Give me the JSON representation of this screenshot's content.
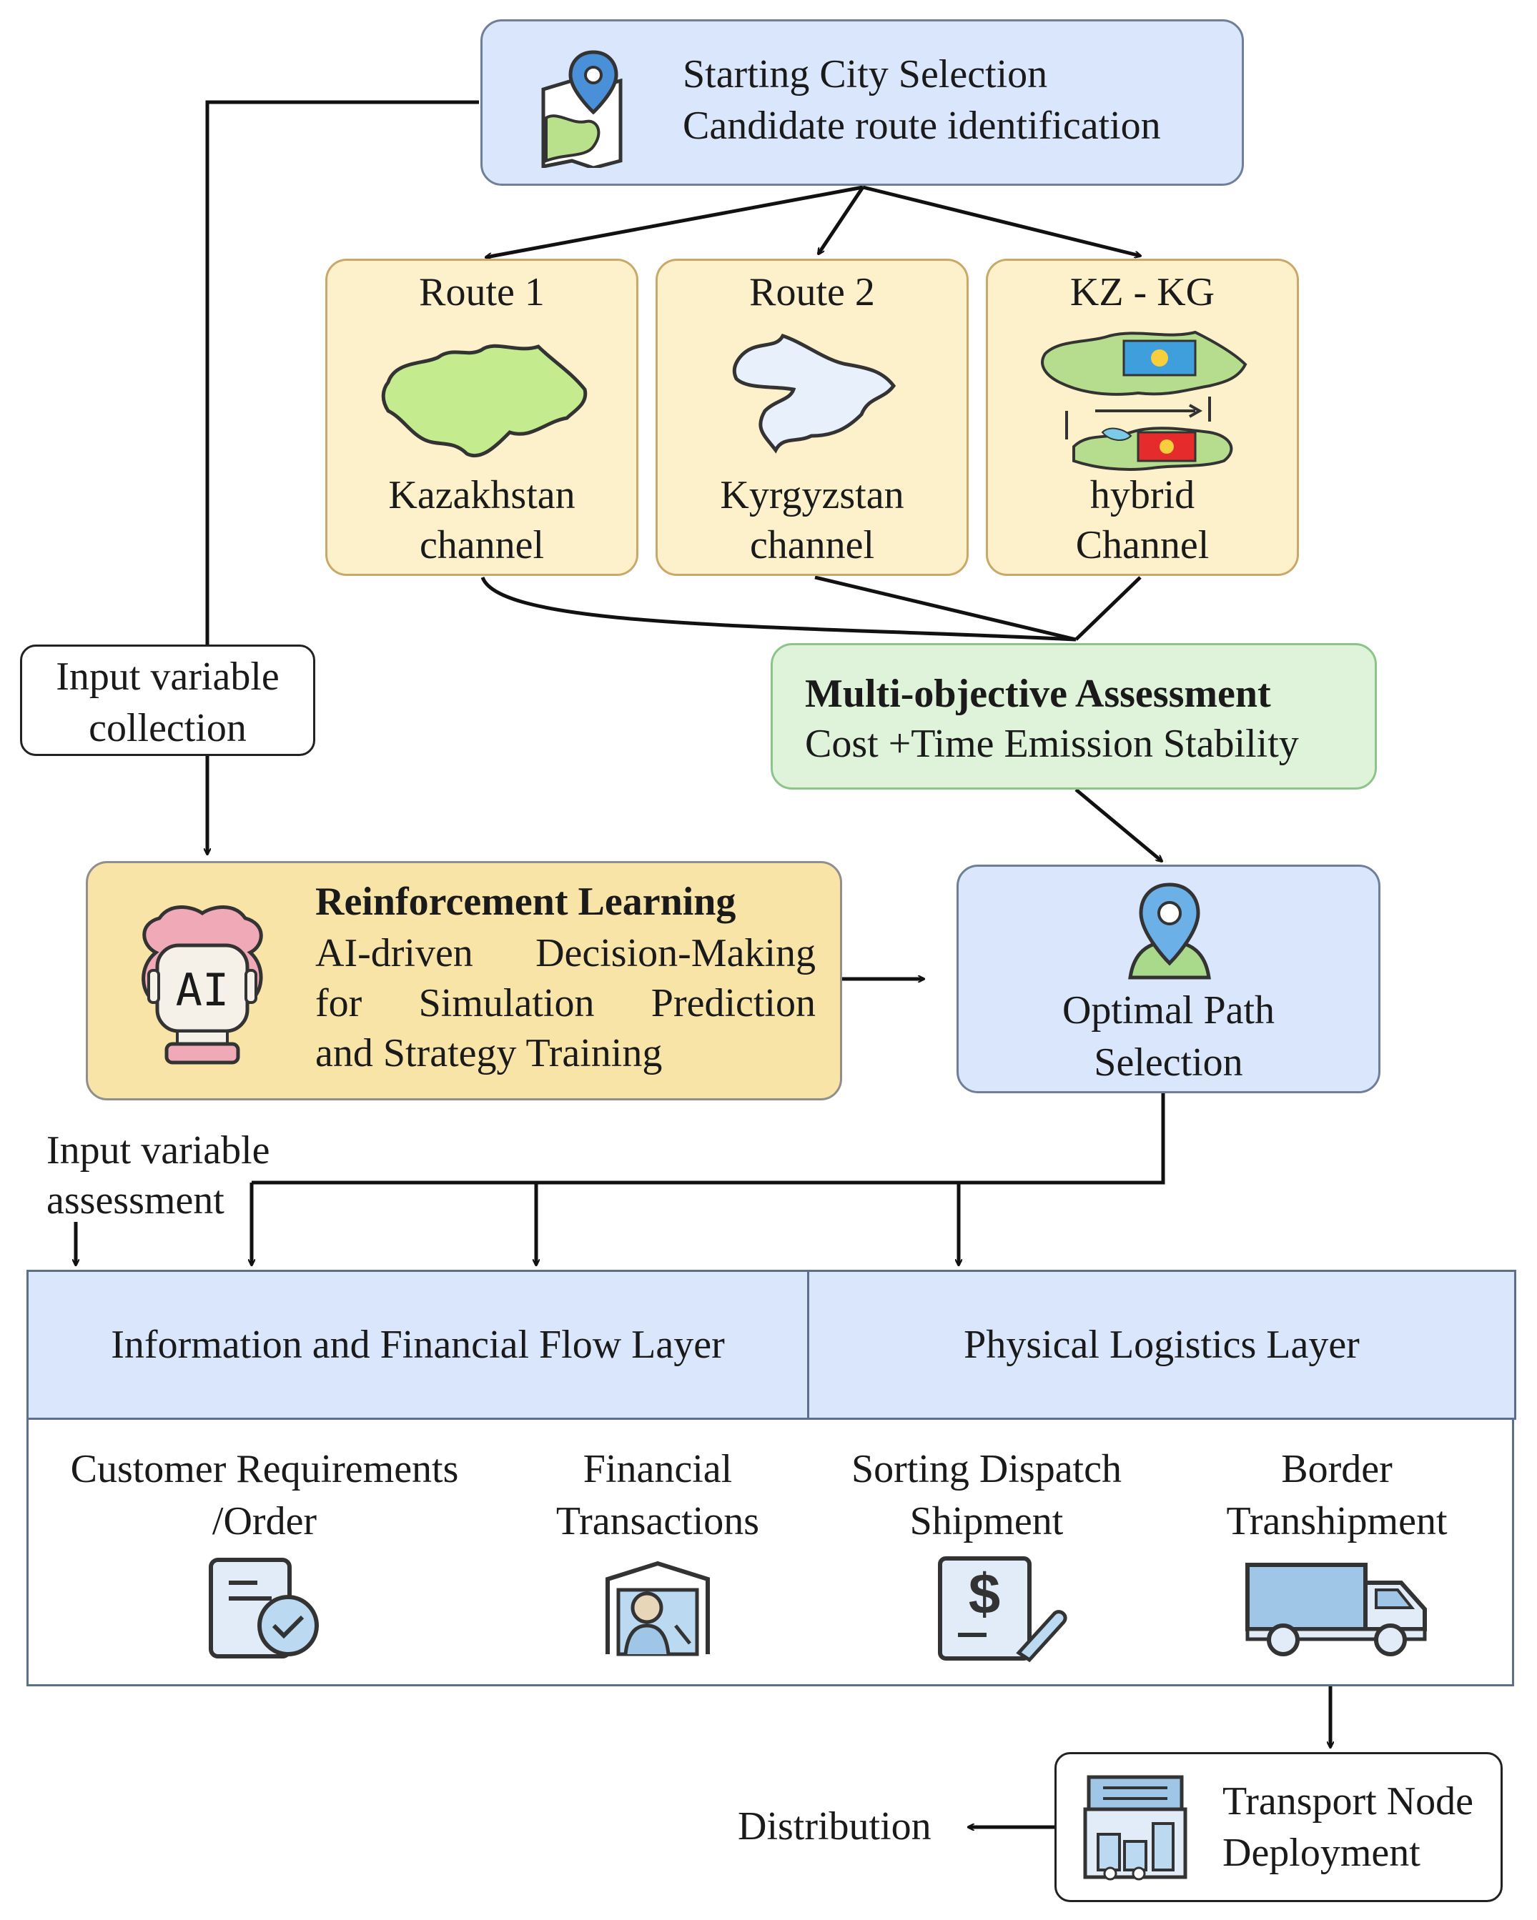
{
  "start": {
    "title": "Starting City Selection",
    "subtitle": "Candidate route identification",
    "icon": "map-pin-icon"
  },
  "routes": [
    {
      "id": "route-1",
      "heading": "Route 1",
      "label1": "Kazakhstan",
      "label2": "channel",
      "icon": "kazakhstan-map-icon"
    },
    {
      "id": "route-2",
      "heading": "Route 2",
      "label1": "Kyrgyzstan",
      "label2": "channel",
      "icon": "kyrgyzstan-map-icon"
    },
    {
      "id": "route-kzkg",
      "heading": "KZ - KG",
      "label1": "hybrid",
      "label2": "Channel",
      "icon": "kz-kg-hybrid-map-icon"
    }
  ],
  "input_collection": {
    "line1": "Input variable",
    "line2": "collection"
  },
  "assessment": {
    "title": "Multi-objective Assessment",
    "subtitle": "Cost +Time Emission Stability"
  },
  "rl": {
    "title": "Reinforcement Learning",
    "line1": "AI-driven Decision-Making",
    "line2": "for Simulation Prediction",
    "line3": "and Strategy Training",
    "icon_text": "AI"
  },
  "optimal": {
    "line1": "Optimal Path",
    "line2": "Selection",
    "icon": "location-person-icon"
  },
  "input_assessment": {
    "line1": "Input variable",
    "line2": "assessment"
  },
  "layers": {
    "left": "Information and Financial Flow Layer",
    "right": "Physical Logistics Layer",
    "items": [
      {
        "line1": "Customer Requirements",
        "line2": "/Order",
        "icon": "order-check-icon"
      },
      {
        "line1": "Financial",
        "line2": "Transactions",
        "icon": "financial-transaction-icon"
      },
      {
        "line1": "Sorting Dispatch",
        "line2": "Shipment",
        "icon": "dollar-document-icon"
      },
      {
        "line1": "Border",
        "line2": "Transhipment",
        "icon": "truck-icon"
      }
    ]
  },
  "transport": {
    "line1": "Transport Node",
    "line2": "Deployment",
    "icon": "warehouse-icon"
  },
  "distribution": "Distribution",
  "colors": {
    "blue_fill": "#d9e6fb",
    "yellow_fill": "#fdf1cc",
    "green_fill": "#dff3da",
    "rl_fill": "#f9e4a8"
  }
}
